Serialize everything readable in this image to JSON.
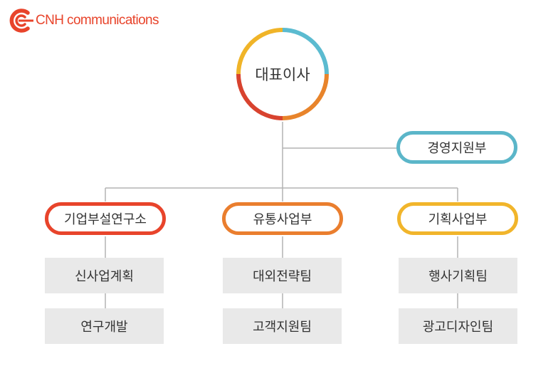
{
  "logo": {
    "text": "CNH communications",
    "icon": "cnh-logo-icon",
    "color": "#e8442b"
  },
  "chart": {
    "ceo": {
      "label": "대표이사",
      "ring_colors": [
        "#5bbbd0",
        "#e8842b",
        "#d8432f",
        "#f0b428"
      ]
    },
    "staff": {
      "label": "경영지원부",
      "color": "#5bb6c9"
    },
    "departments": [
      {
        "label": "기업부설연구소",
        "color": "#e8442b",
        "teams": [
          "신사업계획",
          "연구개발"
        ]
      },
      {
        "label": "유통사업부",
        "color": "#ea7e2e",
        "teams": [
          "대외전략팀",
          "고객지원팀"
        ]
      },
      {
        "label": "기획사업부",
        "color": "#f1b52b",
        "teams": [
          "행사기획팀",
          "광고디자인팀"
        ]
      }
    ]
  }
}
